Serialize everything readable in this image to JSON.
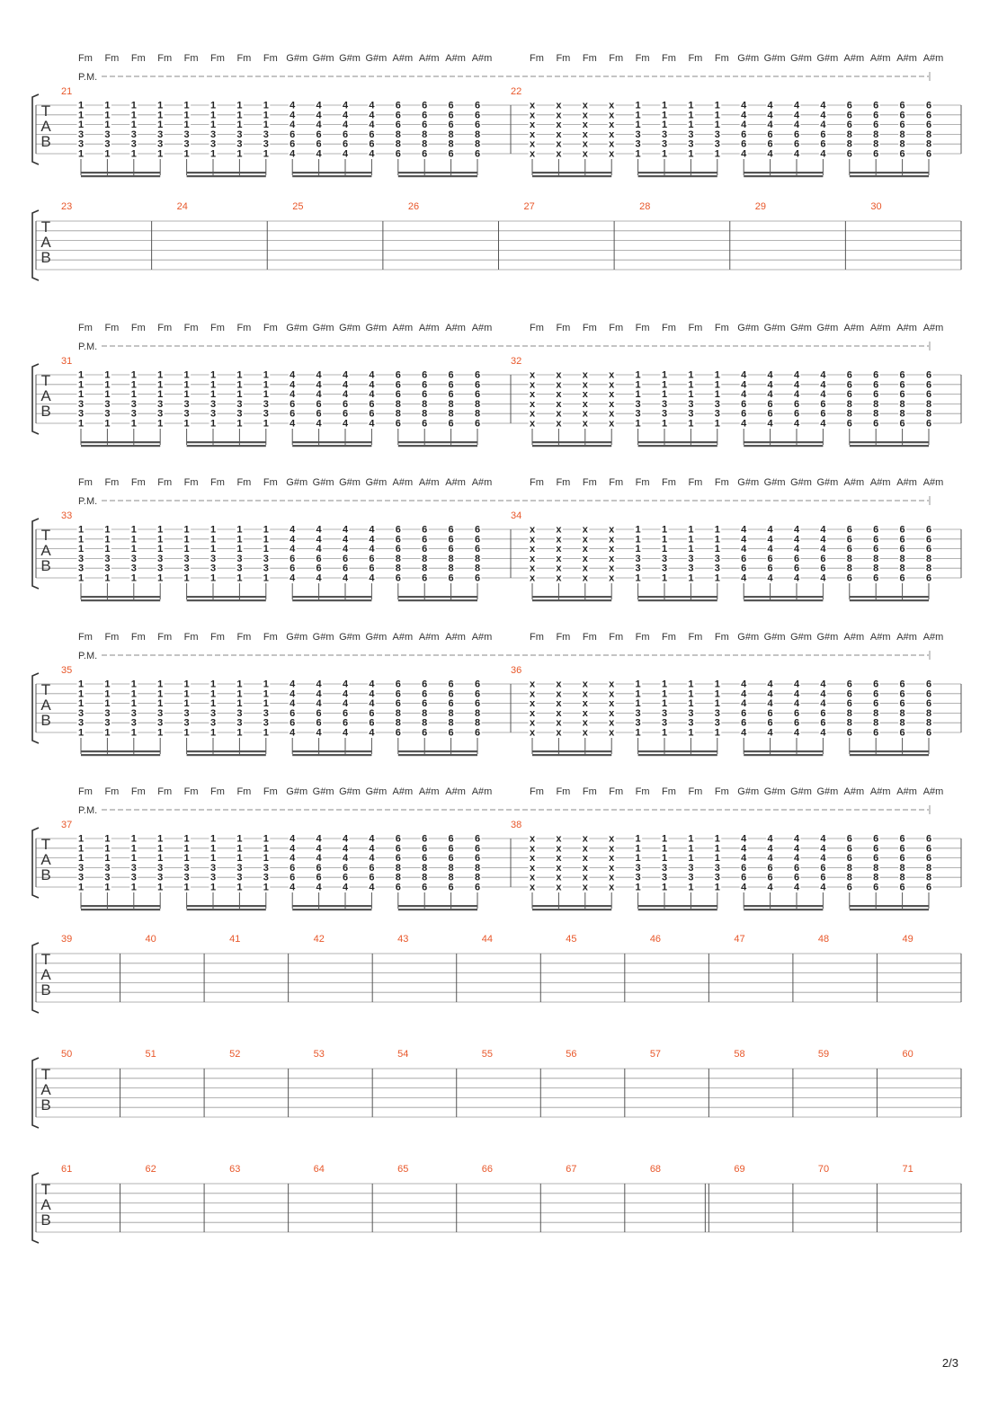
{
  "page": {
    "number_label": "2/3"
  },
  "notation": {
    "tab_letters": [
      "T",
      "A",
      "B"
    ],
    "palm_mute_label": "P.M.",
    "muted_note": "x"
  },
  "colors": {
    "staff_line": "#9a9a9a",
    "bar_line": "#555555",
    "measure_number": "#e8572a",
    "fret_text": "#222222",
    "chord_text": "#333333",
    "beam": "#555555"
  },
  "riff": {
    "chord_sequence": [
      "Fm",
      "Fm",
      "Fm",
      "Fm",
      "Fm",
      "Fm",
      "Fm",
      "Fm",
      "G#m",
      "G#m",
      "G#m",
      "G#m",
      "A#m",
      "A#m",
      "A#m",
      "A#m"
    ],
    "fret_columns": {
      "Fm": [
        "1",
        "1",
        "1",
        "3",
        "3",
        "1"
      ],
      "G#m": [
        "4",
        "4",
        "4",
        "6",
        "6",
        "4"
      ],
      "A#m": [
        "6",
        "6",
        "6",
        "8",
        "8",
        "6"
      ],
      "mute": [
        "x",
        "x",
        "x",
        "x",
        "x",
        "x"
      ]
    },
    "measure_a_columns": [
      "Fm",
      "Fm",
      "Fm",
      "Fm",
      "Fm",
      "Fm",
      "Fm",
      "Fm",
      "G#m",
      "G#m",
      "G#m",
      "G#m",
      "A#m",
      "A#m",
      "A#m",
      "A#m"
    ],
    "measure_b_columns": [
      "mute",
      "mute",
      "mute",
      "mute",
      "Fm",
      "Fm",
      "Fm",
      "Fm",
      "G#m",
      "G#m",
      "G#m",
      "G#m",
      "A#m",
      "A#m",
      "A#m",
      "A#m"
    ]
  },
  "systems": [
    {
      "kind": "riff",
      "measures": [
        21,
        22
      ]
    },
    {
      "kind": "empty",
      "measures": [
        23,
        24,
        25,
        26,
        27,
        28,
        29,
        30
      ]
    },
    {
      "kind": "riff",
      "measures": [
        31,
        32
      ]
    },
    {
      "kind": "riff",
      "measures": [
        33,
        34
      ]
    },
    {
      "kind": "riff",
      "measures": [
        35,
        36
      ]
    },
    {
      "kind": "riff",
      "measures": [
        37,
        38
      ]
    },
    {
      "kind": "empty",
      "measures": [
        39,
        40,
        41,
        42,
        43,
        44,
        45,
        46,
        47,
        48,
        49
      ]
    },
    {
      "kind": "empty",
      "measures": [
        50,
        51,
        52,
        53,
        54,
        55,
        56,
        57,
        58,
        59,
        60
      ]
    },
    {
      "kind": "empty",
      "measures": [
        61,
        62,
        63,
        64,
        65,
        66,
        67,
        68,
        69,
        70,
        71
      ],
      "double_bar_before": 69
    }
  ]
}
